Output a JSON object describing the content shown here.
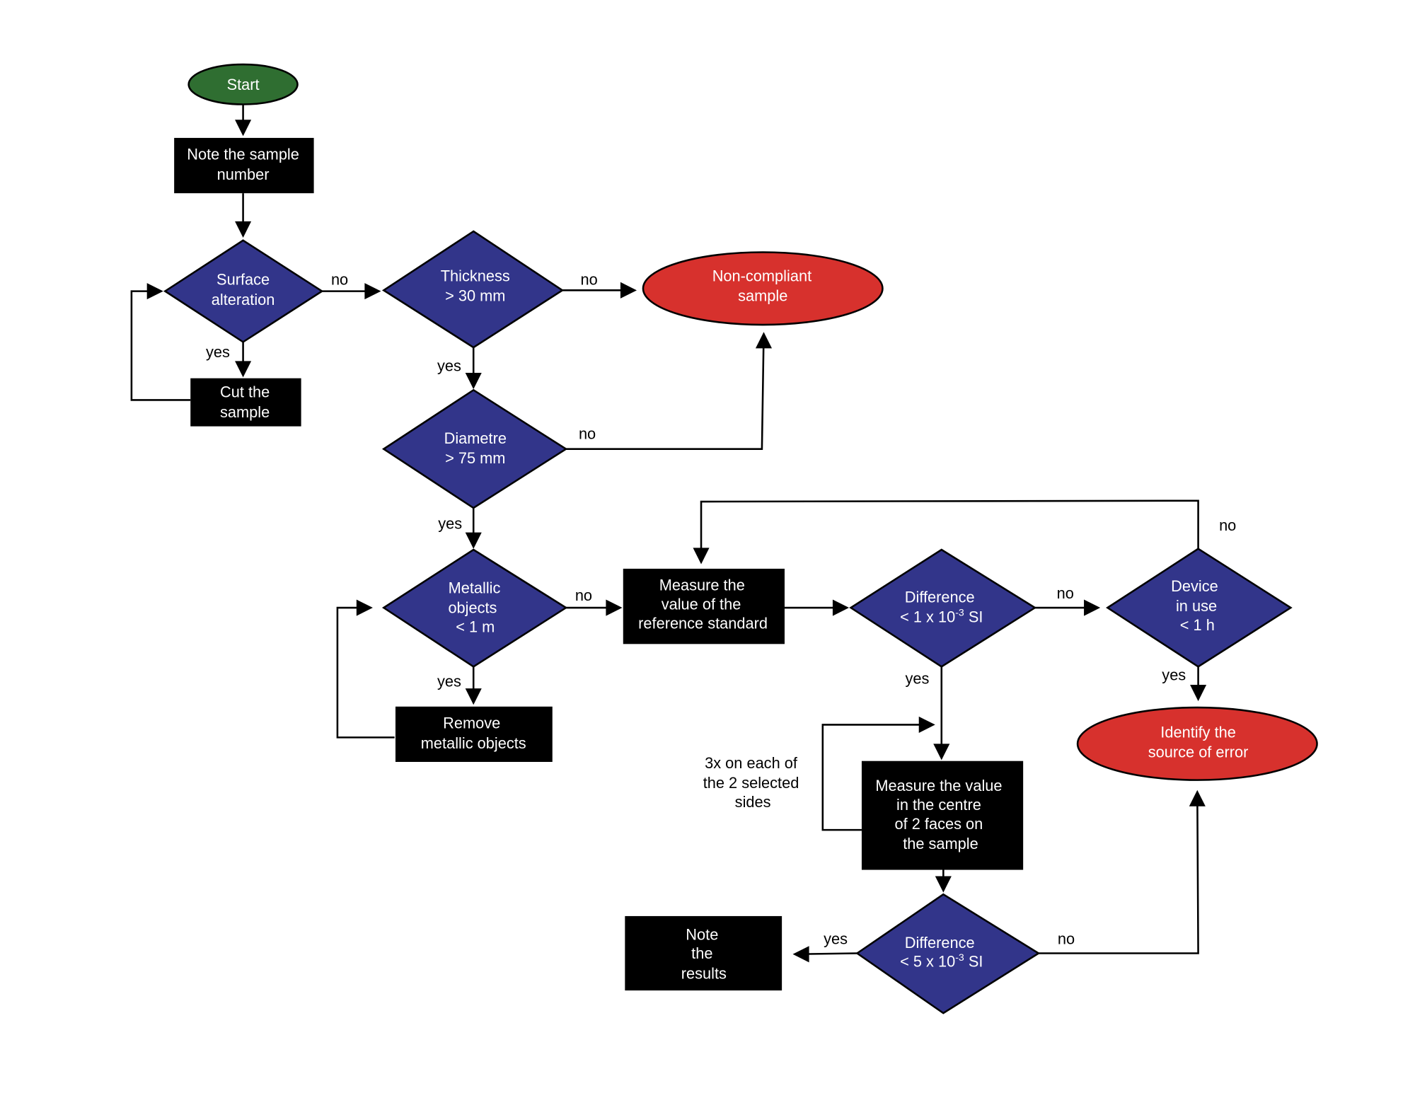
{
  "diagram": {
    "colors": {
      "decision": "#32358a",
      "process": "#000000",
      "terminal_start": "#2f6e31",
      "terminal_end": "#d7312d"
    },
    "nodes": {
      "start": [
        "Start"
      ],
      "note_sample": [
        "Note the sample",
        "number"
      ],
      "surface": [
        "Surface",
        "alteration"
      ],
      "cut": [
        "Cut the",
        "sample"
      ],
      "thickness": [
        "Thickness",
        "> 30 mm"
      ],
      "noncompliant": [
        "Non-compliant",
        "sample"
      ],
      "diametre": [
        "Diametre",
        "> 75 mm"
      ],
      "metallic": [
        "Metallic",
        "objects",
        "< 1 m"
      ],
      "remove": [
        "Remove",
        "metallic objects"
      ],
      "measure_ref": [
        "Measure the",
        "value of the",
        "reference standard"
      ],
      "diff1": [
        "Difference",
        "< 1 x 10",
        "-3",
        " SI"
      ],
      "device": [
        "Device",
        "in use",
        "< 1 h"
      ],
      "identify": [
        "Identify the",
        "source of error"
      ],
      "measure_sample": [
        "Measure the value",
        "in the centre",
        "of 2 faces on",
        "the sample"
      ],
      "diff2": [
        "Difference",
        "< 5 x 10",
        "-3",
        " SI"
      ],
      "note_results": [
        "Note",
        "the",
        "results"
      ]
    },
    "edge_labels": {
      "yes": "yes",
      "no": "no"
    },
    "annotation": [
      "3x on each of",
      "the 2 selected",
      "sides"
    ]
  }
}
